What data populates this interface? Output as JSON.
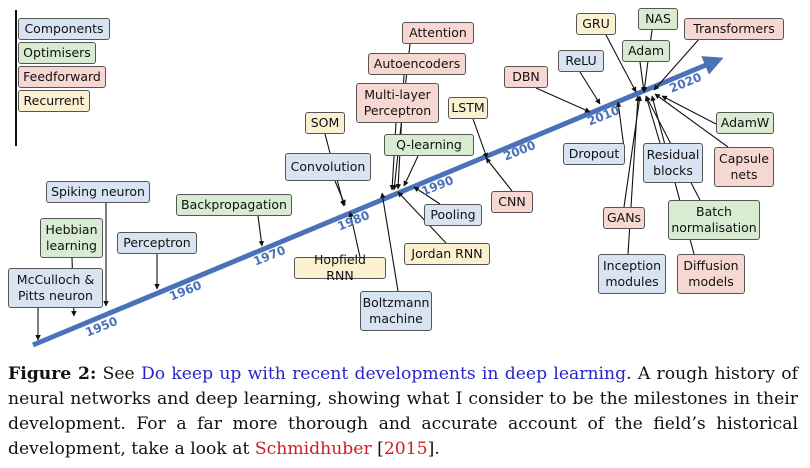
{
  "legend": [
    {
      "label": "Components",
      "kind": "comp"
    },
    {
      "label": "Optimisers",
      "kind": "opt"
    },
    {
      "label": "Feedforward",
      "kind": "ff"
    },
    {
      "label": "Recurrent",
      "kind": "rec"
    }
  ],
  "years": [
    "1950",
    "1960",
    "1970",
    "1980",
    "1990",
    "2000",
    "2010",
    "2020"
  ],
  "milestones": [
    {
      "id": "mcculloch",
      "label": "McCulloch &\nPitts neuron",
      "kind": "comp"
    },
    {
      "id": "hebbian",
      "label": "Hebbian\nlearning",
      "kind": "opt"
    },
    {
      "id": "spiking",
      "label": "Spiking neuron",
      "kind": "comp"
    },
    {
      "id": "perceptron",
      "label": "Perceptron",
      "kind": "comp"
    },
    {
      "id": "backprop",
      "label": "Backpropagation",
      "kind": "opt"
    },
    {
      "id": "som",
      "label": "SOM",
      "kind": "rec"
    },
    {
      "id": "convolution",
      "label": "Convolution",
      "kind": "comp"
    },
    {
      "id": "hopfield",
      "label": "Hopfield RNN",
      "kind": "rec"
    },
    {
      "id": "boltzmann",
      "label": "Boltzmann\nmachine",
      "kind": "comp"
    },
    {
      "id": "attention",
      "label": "Attention",
      "kind": "ff"
    },
    {
      "id": "autoencoders",
      "label": "Autoencoders",
      "kind": "ff"
    },
    {
      "id": "mlp",
      "label": "Multi-layer\nPerceptron",
      "kind": "ff"
    },
    {
      "id": "qlearning",
      "label": "Q-learning",
      "kind": "opt"
    },
    {
      "id": "lstm",
      "label": "LSTM",
      "kind": "rec"
    },
    {
      "id": "pooling",
      "label": "Pooling",
      "kind": "comp"
    },
    {
      "id": "jordan",
      "label": "Jordan RNN",
      "kind": "rec"
    },
    {
      "id": "cnn",
      "label": "CNN",
      "kind": "ff"
    },
    {
      "id": "dbn",
      "label": "DBN",
      "kind": "ff"
    },
    {
      "id": "relu",
      "label": "ReLU",
      "kind": "comp"
    },
    {
      "id": "gru",
      "label": "GRU",
      "kind": "rec"
    },
    {
      "id": "nas",
      "label": "NAS",
      "kind": "opt"
    },
    {
      "id": "adam",
      "label": "Adam",
      "kind": "opt"
    },
    {
      "id": "transformers",
      "label": "Transformers",
      "kind": "ff"
    },
    {
      "id": "dropout",
      "label": "Dropout",
      "kind": "comp"
    },
    {
      "id": "resblocks",
      "label": "Residual\nblocks",
      "kind": "comp"
    },
    {
      "id": "adamw",
      "label": "AdamW",
      "kind": "opt"
    },
    {
      "id": "capsule",
      "label": "Capsule\nnets",
      "kind": "ff"
    },
    {
      "id": "gans",
      "label": "GANs",
      "kind": "ff"
    },
    {
      "id": "batchnorm",
      "label": "Batch\nnormalisation",
      "kind": "opt"
    },
    {
      "id": "inception",
      "label": "Inception\nmodules",
      "kind": "comp"
    },
    {
      "id": "diffusion",
      "label": "Diffusion\nmodels",
      "kind": "ff"
    }
  ],
  "colors": {
    "comp": "#d9e4f2",
    "opt": "#d8ecd2",
    "ff": "#f7d7d2",
    "rec": "#fbf0cf",
    "timeline": "#4a72b8"
  },
  "caption": {
    "label": "Figure 2:",
    "pre": " See ",
    "link": "Do keep up with recent developments in deep learning",
    "mid": ". A rough history of neural networks and deep learning, showing what I consider to be the milestones in their development. For a far more thorough and accurate account of the field’s historical development, take a look at ",
    "cite_name": "Schmidhuber",
    "cite_open": " [",
    "cite_year": "2015",
    "cite_close": "]."
  }
}
